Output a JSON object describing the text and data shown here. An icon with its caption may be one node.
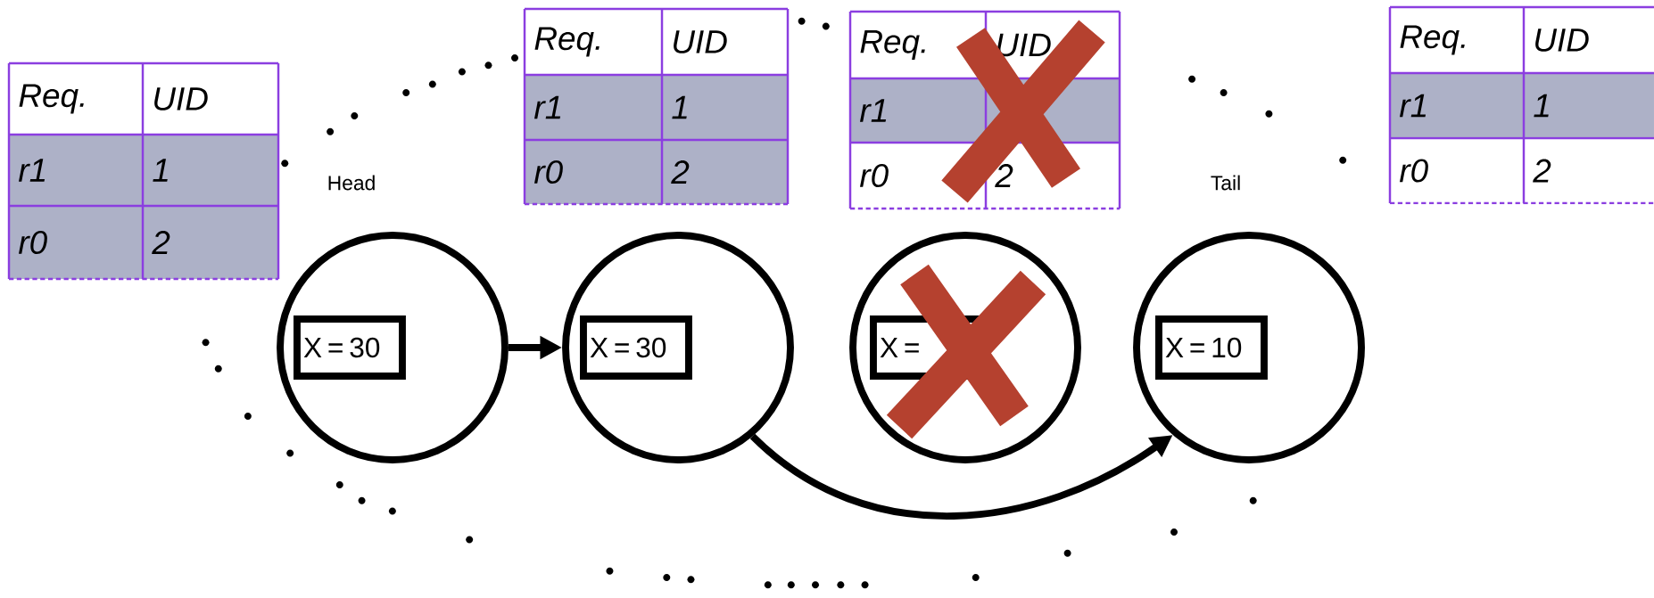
{
  "diagram": {
    "nodes": [
      {
        "text": [
          "Req.",
          "UID",
          "r1",
          "1",
          "r0",
          "2"
        ]
      },
      {
        "text": [
          "Req.",
          "UID",
          "r1",
          "1",
          "r0",
          "2"
        ]
      },
      {
        "text": [
          "Req.",
          "UID",
          "r1",
          "r0",
          "2"
        ]
      },
      {
        "text": [
          "Req.",
          "UID",
          "r1",
          "1",
          "r0",
          "2"
        ]
      },
      {
        "text": [],
        "shape": "circle",
        "beside": [
          "Head"
        ]
      },
      {
        "text": [
          "X = 30"
        ],
        "in": 4
      },
      {
        "text": [],
        "shape": "circle"
      },
      {
        "text": [
          "X = 30"
        ],
        "in": 6
      },
      {
        "text": [],
        "shape": "circle"
      },
      {
        "text": [
          "X ="
        ],
        "in": 8
      },
      {
        "text": [],
        "shape": "circle",
        "beside": [
          "Tail"
        ]
      },
      {
        "text": [
          "X = 10"
        ],
        "in": 10
      }
    ],
    "edges": [
      {
        "from": 4,
        "to": 6,
        "arrow": "to"
      },
      {
        "from": 6,
        "to": 10,
        "arrow": "to"
      }
    ]
  }
}
